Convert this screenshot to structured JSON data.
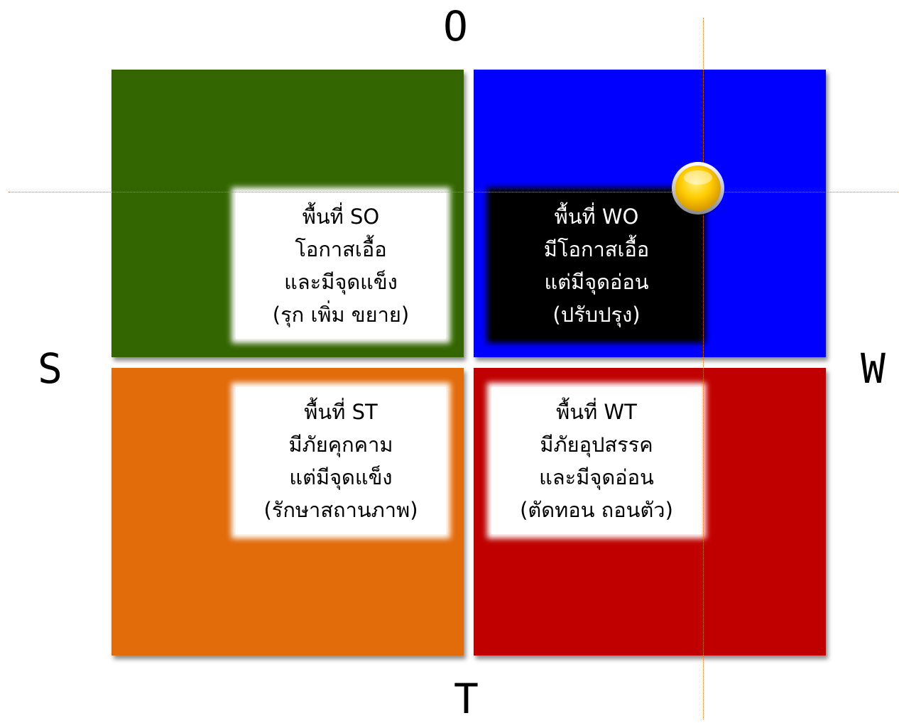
{
  "axes": {
    "top": "O",
    "bottom": "T",
    "left": "S",
    "right": "W"
  },
  "quadrants": {
    "so": {
      "color": "#336600",
      "lines": [
        "พื้นที่ SO",
        "โอกาสเอื้อ",
        "และมีจุดแข็ง",
        "(รุก เพิ่ม ขยาย)"
      ]
    },
    "wo": {
      "color": "#0000ff",
      "lines": [
        "พื้นที่ WO",
        "มีโอกาสเอื้อ",
        "แต่มีจุดอ่อน",
        "(ปรับปรุง)"
      ]
    },
    "st": {
      "color": "#e26b0a",
      "lines": [
        "พื้นที่ ST",
        "มีภัยคุกคาม",
        "แต่มีจุดแข็ง",
        "(รักษาสถานภาพ)"
      ]
    },
    "wt": {
      "color": "#c00000",
      "lines": [
        "พื้นที่ WT",
        "มีภัยอุปสรรค",
        "และมีจุดอ่อน",
        "(ตัดทอน ถอนตัว)"
      ]
    }
  },
  "guide_color": "#e07a2f",
  "marker": {
    "icon": "yellow-circle-marker-icon",
    "color": "#ffcc00"
  }
}
